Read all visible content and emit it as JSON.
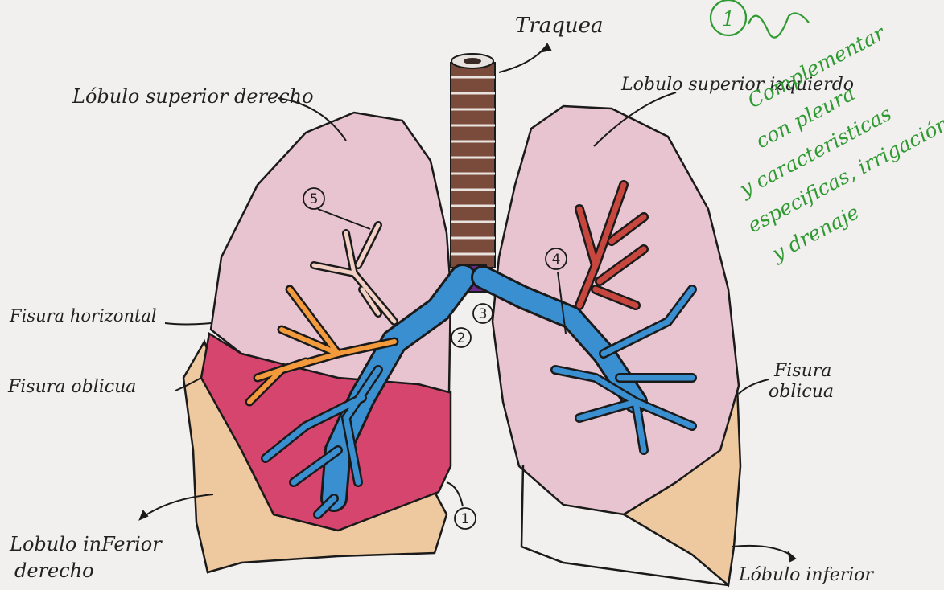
{
  "labels": {
    "trachea": "Traquea",
    "right_upper_lobe": "Lóbulo superior derecho",
    "left_upper_lobe": "Lobulo superior izquierdo",
    "horizontal_fissure": "Fisura horizontal",
    "oblique_fissure_right": "Fisura oblicua",
    "oblique_fissure_left_1": "Fisura",
    "oblique_fissure_left_2": "oblicua",
    "right_lower_lobe_1": "Lobulo inFerior",
    "right_lower_lobe_2": "derecho",
    "left_lower_lobe": "Lóbulo inferior"
  },
  "numbers": {
    "n1": "1",
    "n2": "2",
    "n3": "3",
    "n4": "4",
    "n5": "5"
  },
  "annotation": {
    "mark": "1",
    "lines": [
      "Complementar",
      "con pleura",
      "y caracteristicas",
      "especificas, irrigación",
      "y drenaje"
    ]
  },
  "colors": {
    "paper": "#f2f0ee",
    "upper_lobe_pink": "#e7c3cf",
    "middle_lobe_magenta": "#d6456e",
    "lower_lobe_peach": "#eec9a0",
    "bronchi_blue": "#3a8fd0",
    "artery_orange": "#f29a3c",
    "artery_red": "#c7463e",
    "trachea_brown": "#7a4a3a",
    "carina_purple": "#6a2a8a",
    "annotation_green": "#2f9a32"
  }
}
